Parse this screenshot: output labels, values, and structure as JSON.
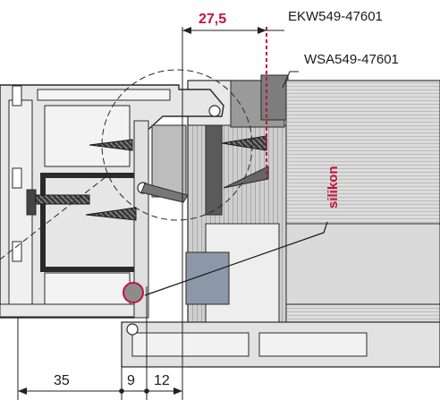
{
  "diagram": {
    "labels": {
      "part_top": "EKW549-47601",
      "part_right": "WSA549-47601",
      "sealant": "silikon"
    },
    "dimensions": {
      "offset_top": "27,5",
      "bottom_a": "35",
      "bottom_b": "9",
      "bottom_c": "12"
    },
    "colors": {
      "profile_fill": "#e4e4e4",
      "profile_stroke": "#2a2a2a",
      "wall_fill": "#d0d0d0",
      "seal_dark": "#555555",
      "glass_block": "#8c98a8",
      "accent_red": "#c0143c",
      "dim_line": "#222222"
    }
  }
}
